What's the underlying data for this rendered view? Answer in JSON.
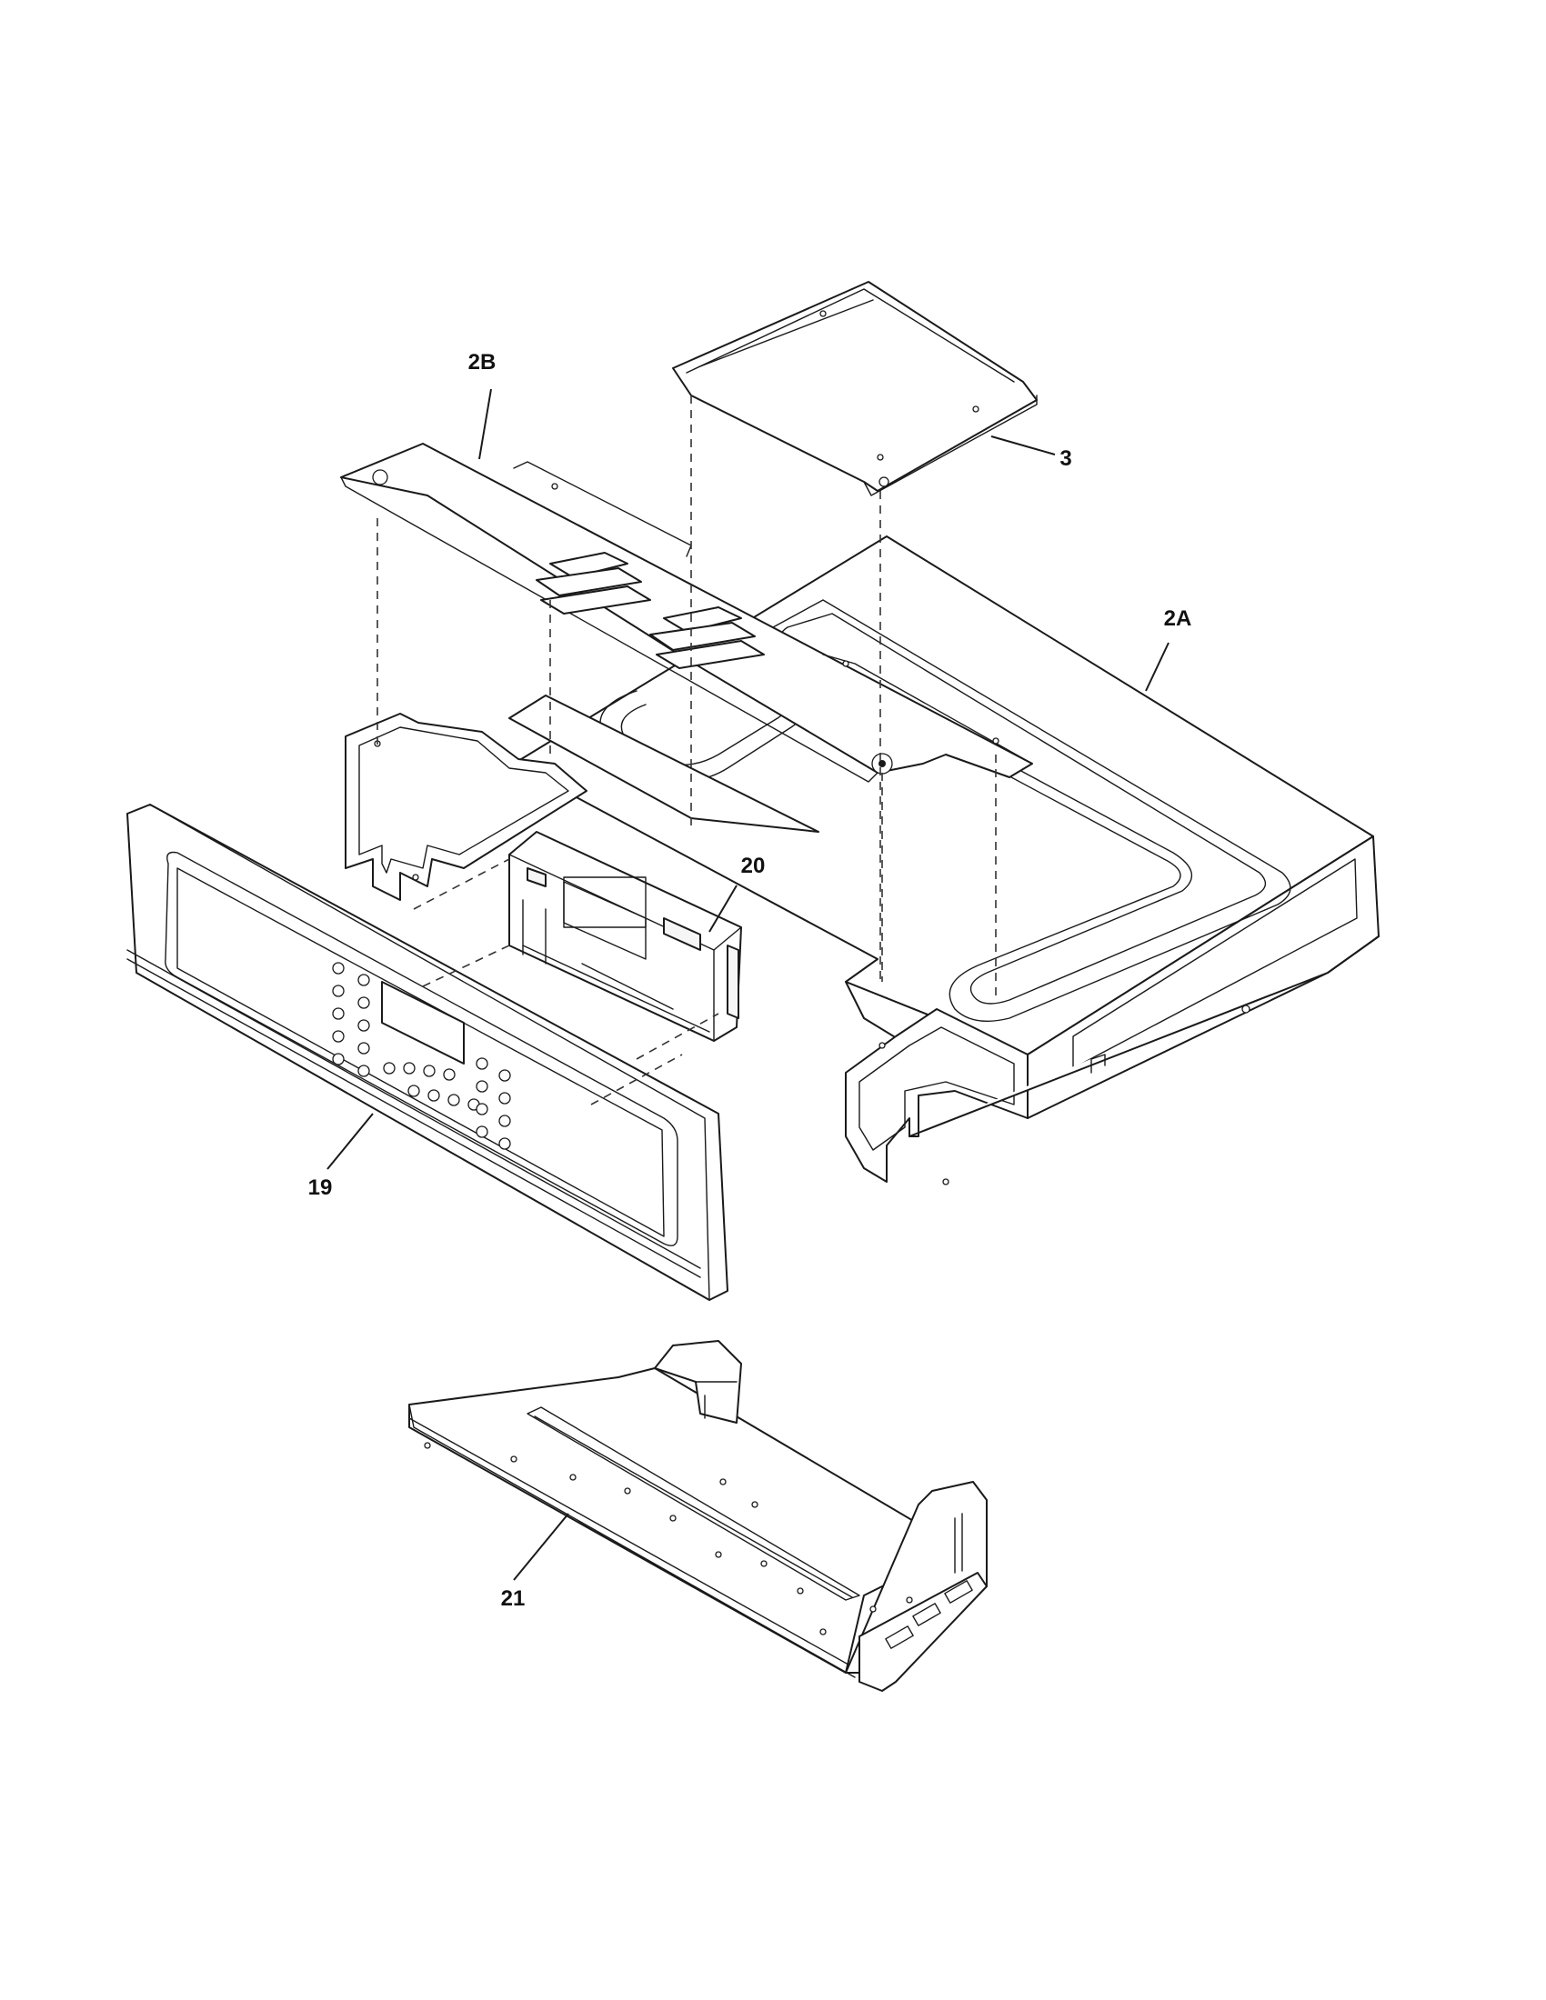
{
  "callouts": {
    "part_2b": "2B",
    "part_3": "3",
    "part_2a": "2A",
    "part_20": "20",
    "part_19": "19",
    "part_21": "21"
  }
}
